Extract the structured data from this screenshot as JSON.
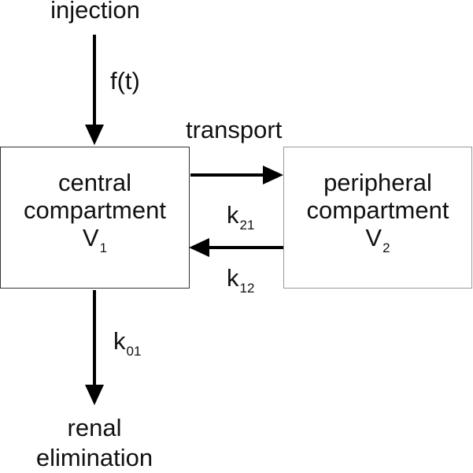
{
  "diagram": {
    "input_label": "injection",
    "input_rate": "f(t)",
    "transport_label": "transport",
    "central": {
      "line1": "central",
      "line2": "compartment",
      "volume_base": "V",
      "volume_sub": "1",
      "border_color": "#333333"
    },
    "peripheral": {
      "line1": "peripheral",
      "line2": "compartment",
      "volume_base": "V",
      "volume_sub": "2",
      "border_color": "#999999"
    },
    "k21": {
      "base": "k",
      "sub": "21"
    },
    "k12": {
      "base": "k",
      "sub": "12"
    },
    "k01": {
      "base": "k",
      "sub": "01"
    },
    "output_line1": "renal",
    "output_line2": "elimination",
    "arrow_color": "#000000"
  }
}
